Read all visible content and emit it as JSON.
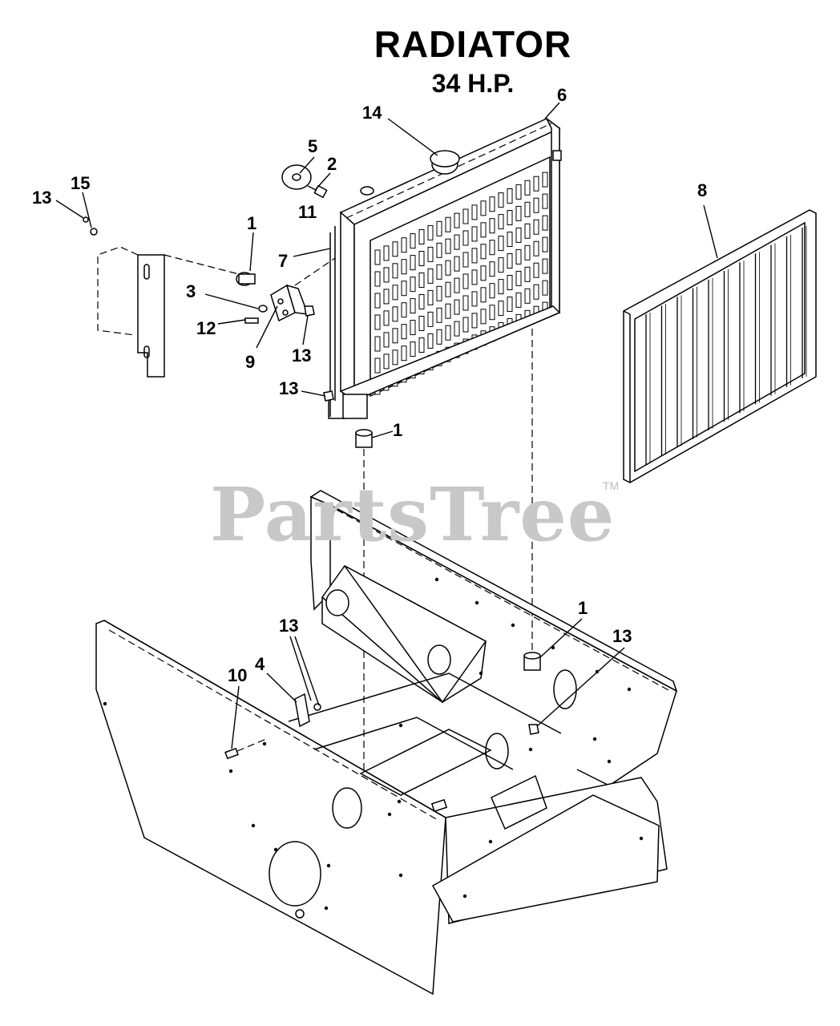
{
  "header": {
    "title": "RADIATOR",
    "subtitle": "34 H.P."
  },
  "watermark": {
    "text": "PartsTree",
    "trademark": "TM"
  },
  "callouts": [
    {
      "id": "c-14",
      "label": "14"
    },
    {
      "id": "c-6",
      "label": "6"
    },
    {
      "id": "c-5",
      "label": "5"
    },
    {
      "id": "c-2",
      "label": "2"
    },
    {
      "id": "c-11",
      "label": "11"
    },
    {
      "id": "c-13a",
      "label": "13"
    },
    {
      "id": "c-15",
      "label": "15"
    },
    {
      "id": "c-1a",
      "label": "1"
    },
    {
      "id": "c-7",
      "label": "7"
    },
    {
      "id": "c-3",
      "label": "3"
    },
    {
      "id": "c-12",
      "label": "12"
    },
    {
      "id": "c-9",
      "label": "9"
    },
    {
      "id": "c-13b",
      "label": "13"
    },
    {
      "id": "c-13c",
      "label": "13"
    },
    {
      "id": "c-1b",
      "label": "1"
    },
    {
      "id": "c-8",
      "label": "8"
    },
    {
      "id": "c-1c",
      "label": "1"
    },
    {
      "id": "c-13d",
      "label": "13"
    },
    {
      "id": "c-13e",
      "label": "13"
    },
    {
      "id": "c-4",
      "label": "4"
    },
    {
      "id": "c-10",
      "label": "10"
    }
  ]
}
